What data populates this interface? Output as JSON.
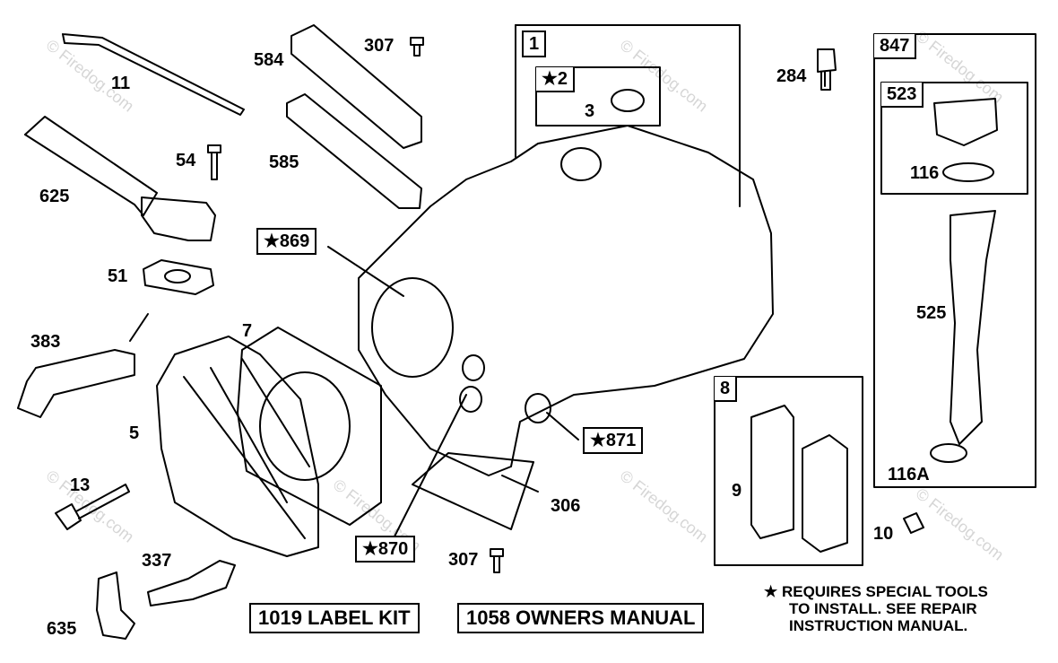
{
  "watermark": "© Firedog.com",
  "parts": {
    "p1": "1",
    "p2": "★2",
    "p3": "3",
    "p5": "5",
    "p7": "7",
    "p8": "8",
    "p9": "9",
    "p10": "10",
    "p11": "11",
    "p13": "13",
    "p51": "51",
    "p54": "54",
    "p116": "116",
    "p116a": "116A",
    "p284": "284",
    "p306": "306",
    "p307a": "307",
    "p307b": "307",
    "p337": "337",
    "p383": "383",
    "p523": "523",
    "p525": "525",
    "p584": "584",
    "p585": "585",
    "p625": "625",
    "p635": "635",
    "p847": "847",
    "p869": "★869",
    "p870": "★870",
    "p871": "★871"
  },
  "kits": {
    "label_kit": "1019 LABEL KIT",
    "owners_manual": "1058 OWNERS MANUAL"
  },
  "note": {
    "line1": "★ REQUIRES SPECIAL TOOLS",
    "line2": "TO INSTALL.  SEE REPAIR",
    "line3": "INSTRUCTION MANUAL."
  }
}
